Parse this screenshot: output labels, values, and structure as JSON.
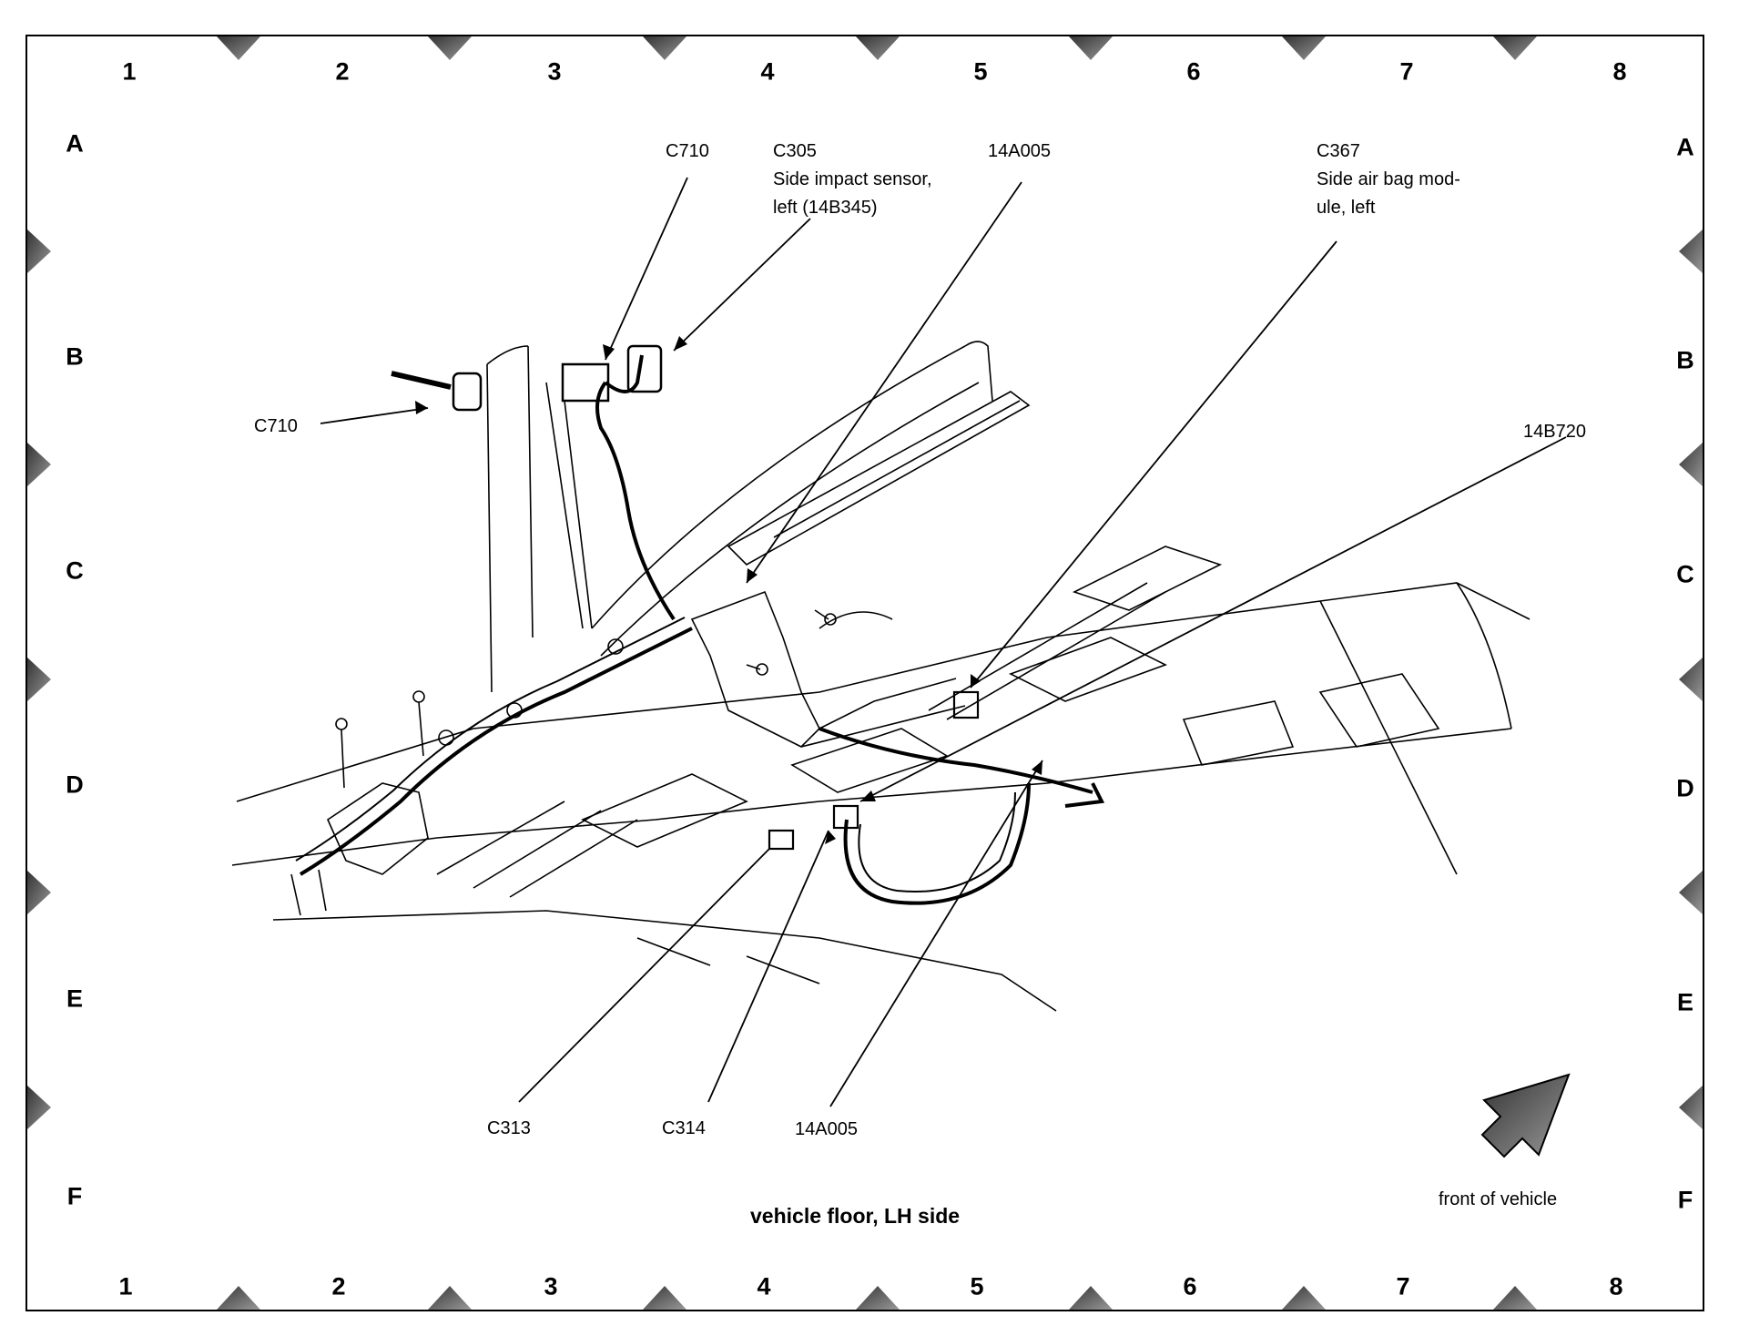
{
  "grid": {
    "columns": [
      "1",
      "2",
      "3",
      "4",
      "5",
      "6",
      "7",
      "8"
    ],
    "rows": [
      "A",
      "B",
      "C",
      "D",
      "E",
      "F"
    ]
  },
  "callouts": {
    "c710_top": "C710",
    "c305": {
      "id": "C305",
      "line1": "Side impact sensor,",
      "line2": "left (14B345)"
    },
    "part_14a005_top": "14A005",
    "c367": {
      "id": "C367",
      "line1": "Side air bag mod-",
      "line2": "ule, left"
    },
    "c710_left": "C710",
    "part_14b720": "14B720",
    "c313": "C313",
    "c314": "C314",
    "part_14a005_bottom": "14A005"
  },
  "caption": "vehicle floor, LH side",
  "orientation": {
    "label": "front of vehicle",
    "icon": "arrow-up-right-icon"
  },
  "colors": {
    "line": "#000000",
    "marker": "#555555",
    "background": "#ffffff"
  }
}
